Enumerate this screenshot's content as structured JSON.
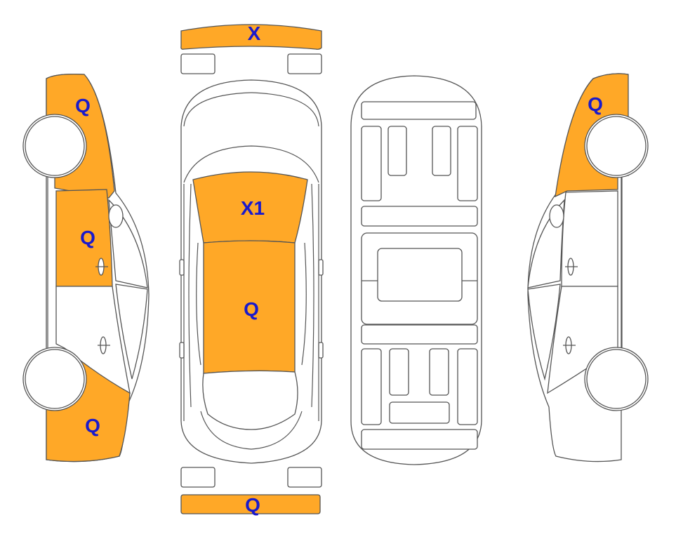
{
  "colors": {
    "damage_fill": "#FFA827",
    "code_text": "#1A1ACC",
    "outline": "#555555",
    "background": "#ffffff"
  },
  "labels": {
    "front_bumper": "X",
    "windshield": "X1",
    "roof": "Q",
    "rear_bumper": "Q",
    "left_front_fender": "Q",
    "left_front_door": "Q",
    "left_rear_quarter": "Q",
    "right_front_fender": "Q"
  }
}
